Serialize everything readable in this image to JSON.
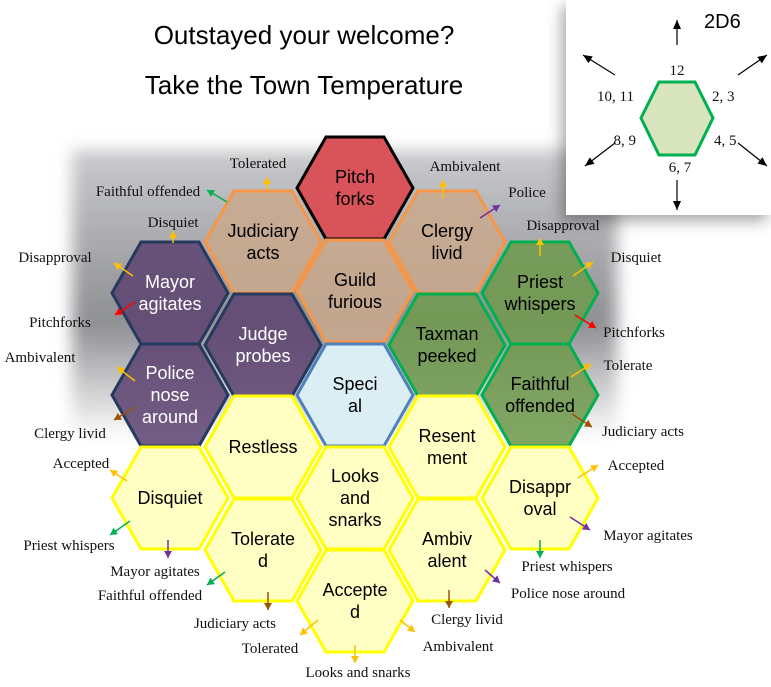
{
  "title": {
    "line1": "Outstayed your welcome?",
    "line2": "Take the Town Temperature"
  },
  "colors": {
    "purple": "#5e4672",
    "purple_border": "#243a5e",
    "tan": "#c8a98d",
    "tan_border": "#f79646",
    "red": "#d9545a",
    "red_border": "#000000",
    "green": "#6f9a4e",
    "green_border": "#00b050",
    "blue": "#dbeef4",
    "blue_border": "#4f81bd",
    "yellow": "#ffffc4",
    "yellow_border": "#ffff00"
  },
  "hexes": [
    {
      "lines": [
        "Pitch",
        "forks"
      ],
      "style": "red"
    },
    {
      "lines": [
        "Judiciary",
        "acts"
      ],
      "style": "tan"
    },
    {
      "lines": [
        "Clergy",
        "livid"
      ],
      "style": "tan"
    },
    {
      "lines": [
        "Guild",
        "furious"
      ],
      "style": "tan"
    },
    {
      "lines": [
        "Mayor",
        "agitates"
      ],
      "style": "purple"
    },
    {
      "lines": [
        "Judge",
        "probes"
      ],
      "style": "purple"
    },
    {
      "lines": [
        "Police",
        "nose",
        "around"
      ],
      "style": "purple"
    },
    {
      "lines": [
        "Priest",
        "whispers"
      ],
      "style": "green"
    },
    {
      "lines": [
        "Taxman",
        "peeked"
      ],
      "style": "green"
    },
    {
      "lines": [
        "Faithful",
        "offended"
      ],
      "style": "green"
    },
    {
      "lines": [
        "Speci",
        "al"
      ],
      "style": "blue"
    },
    {
      "lines": [
        "Restless"
      ],
      "style": "yellow"
    },
    {
      "lines": [
        "Resent",
        "ment"
      ],
      "style": "yellow"
    },
    {
      "lines": [
        "Disquiet"
      ],
      "style": "yellow"
    },
    {
      "lines": [
        "Looks",
        "and",
        "snarks"
      ],
      "style": "yellow"
    },
    {
      "lines": [
        "Disappr",
        "oval"
      ],
      "style": "yellow"
    },
    {
      "lines": [
        "Tolerate",
        "d"
      ],
      "style": "yellow"
    },
    {
      "lines": [
        "Ambiv",
        "alent"
      ],
      "style": "yellow"
    },
    {
      "lines": [
        "Accepte",
        "d"
      ],
      "style": "yellow"
    }
  ],
  "arrows": [
    {
      "label": "Tolerated",
      "color": "#ffc000"
    },
    {
      "label": "Faithful offended",
      "color": "#00b050"
    },
    {
      "label": "Disquiet",
      "color": "#ffc000"
    },
    {
      "label": "Disapproval",
      "color": "#ffc000"
    },
    {
      "label": "Pitchforks",
      "color": "#ff0000"
    },
    {
      "label": "Ambivalent",
      "color": "#ffc000"
    },
    {
      "label": "Clergy livid",
      "color": "#9c5200"
    },
    {
      "label": "Ambivalent",
      "color": "#ffc000"
    },
    {
      "label": "Police",
      "color": "#7030a0"
    },
    {
      "label": "Disapproval",
      "color": "#ffc000"
    },
    {
      "label": "Disquiet",
      "color": "#ffc000"
    },
    {
      "label": "Pitchforks",
      "color": "#ff0000"
    },
    {
      "label": "Tolerate",
      "color": "#ffc000"
    },
    {
      "label": "Judiciary acts",
      "color": "#9c5200"
    },
    {
      "label": "Accepted",
      "color": "#ffc000"
    },
    {
      "label": "Priest whispers",
      "color": "#00b050"
    },
    {
      "label": "Mayor agitates",
      "color": "#7030a0"
    },
    {
      "label": "Faithful offended",
      "color": "#00b050"
    },
    {
      "label": "Judiciary acts",
      "color": "#9c5200"
    },
    {
      "label": "Tolerated",
      "color": "#ffc000"
    },
    {
      "label": "Looks and snarks",
      "color": "#ffc000"
    },
    {
      "label": "Clergy livid",
      "color": "#9c5200"
    },
    {
      "label": "Ambivalent",
      "color": "#ffc000"
    },
    {
      "label": "Police nose around",
      "color": "#7030a0"
    },
    {
      "label": "Priest whispers",
      "color": "#00b050"
    },
    {
      "label": "Mayor agitates",
      "color": "#7030a0"
    },
    {
      "label": "Accepted",
      "color": "#ffc000"
    }
  ],
  "legend": {
    "title": "2D6",
    "directions": [
      "12",
      "2, 3",
      "4, 5",
      "6, 7",
      "8, 9",
      "10, 11"
    ]
  }
}
